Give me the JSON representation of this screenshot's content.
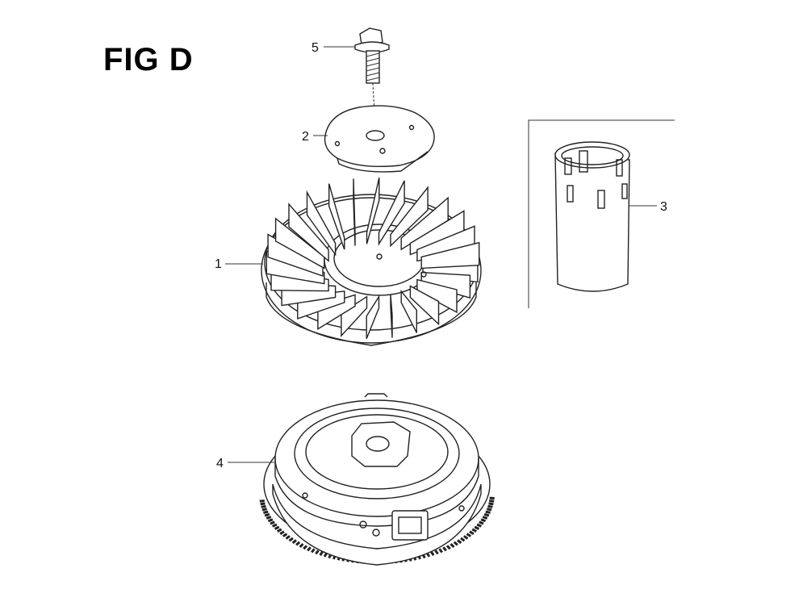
{
  "figure": {
    "title": "FIG D"
  },
  "callouts": [
    {
      "number": "1",
      "part": "fan-cooling"
    },
    {
      "number": "2",
      "part": "plate"
    },
    {
      "number": "3",
      "part": "sleeve"
    },
    {
      "number": "4",
      "part": "flywheel"
    },
    {
      "number": "5",
      "part": "flange-bolt"
    }
  ]
}
